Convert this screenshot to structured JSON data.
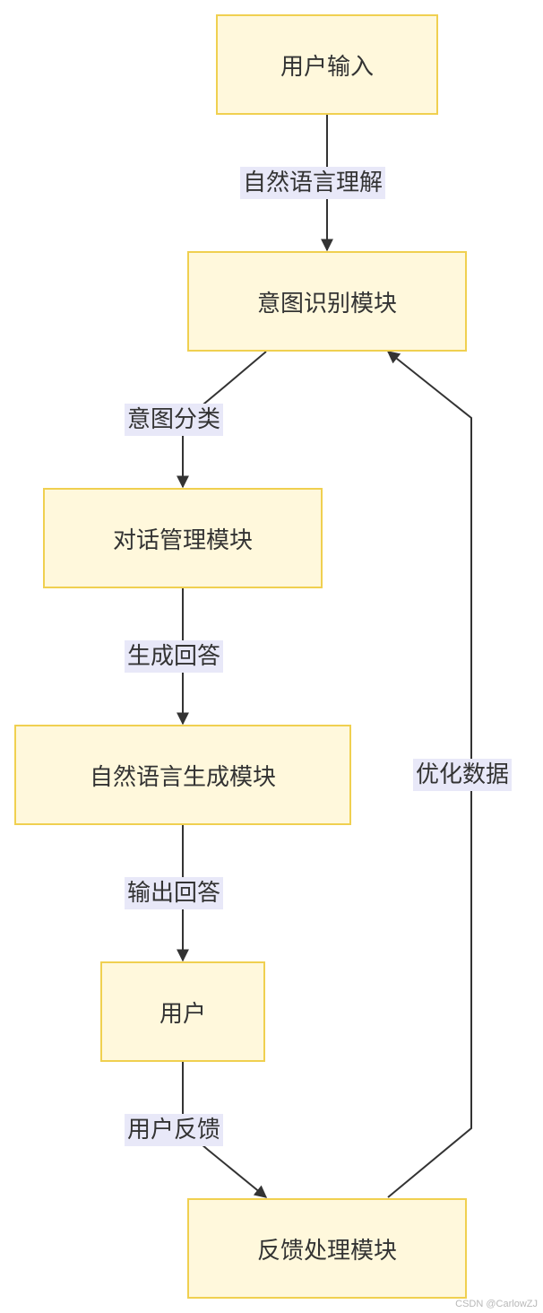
{
  "nodes": {
    "user_input": "用户输入",
    "intent": "意图识别模块",
    "dialog": "对话管理模块",
    "nlg": "自然语言生成模块",
    "user": "用户",
    "feedback": "反馈处理模块"
  },
  "edges": {
    "nlu": "自然语言理解",
    "intent_classify": "意图分类",
    "generate_answer": "生成回答",
    "output_answer": "输出回答",
    "user_feedback": "用户反馈",
    "optimize_data": "优化数据"
  },
  "watermark": "CSDN @CarlowZJ",
  "colors": {
    "node_fill": "#fff8dc",
    "node_border": "#f0d050",
    "edge_label_bg": "#e8e8f8",
    "line": "#333333"
  }
}
